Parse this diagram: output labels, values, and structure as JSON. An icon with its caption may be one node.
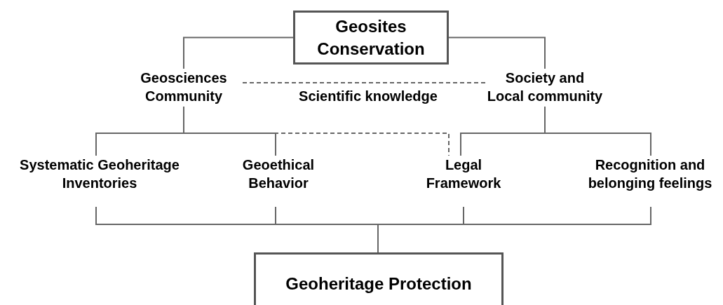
{
  "diagram": {
    "nodes": [
      {
        "text": [
          "Geosites Conservation"
        ]
      },
      {
        "text": [
          "Geosciences Community"
        ]
      },
      {
        "text": [
          "Society and Local community"
        ]
      },
      {
        "text": [
          "Systematic Geoheritage Inventories"
        ]
      },
      {
        "text": [
          "Geoethical Behavior"
        ]
      },
      {
        "text": [
          "Legal Framework"
        ]
      },
      {
        "text": [
          "Recognition and belonging feelings"
        ]
      },
      {
        "text": [
          "Geoheritage Protection"
        ]
      }
    ],
    "edges": [
      {
        "from": 0,
        "to": 1,
        "arrow": "none"
      },
      {
        "from": 0,
        "to": 2,
        "arrow": "none"
      },
      {
        "from": 1,
        "to": 2,
        "arrow": "none",
        "style": "dashed",
        "label": "Scientific knowledge"
      },
      {
        "from": 1,
        "to": 3,
        "arrow": "none"
      },
      {
        "from": 1,
        "to": 4,
        "arrow": "none"
      },
      {
        "from": 4,
        "to": 5,
        "arrow": "none",
        "style": "dashed"
      },
      {
        "from": 2,
        "to": 5,
        "arrow": "none"
      },
      {
        "from": 2,
        "to": 6,
        "arrow": "none"
      },
      {
        "from": 3,
        "to": 7,
        "arrow": "none"
      },
      {
        "from": 4,
        "to": 7,
        "arrow": "none"
      },
      {
        "from": 5,
        "to": 7,
        "arrow": "none"
      },
      {
        "from": 6,
        "to": 7,
        "arrow": "none"
      }
    ]
  }
}
